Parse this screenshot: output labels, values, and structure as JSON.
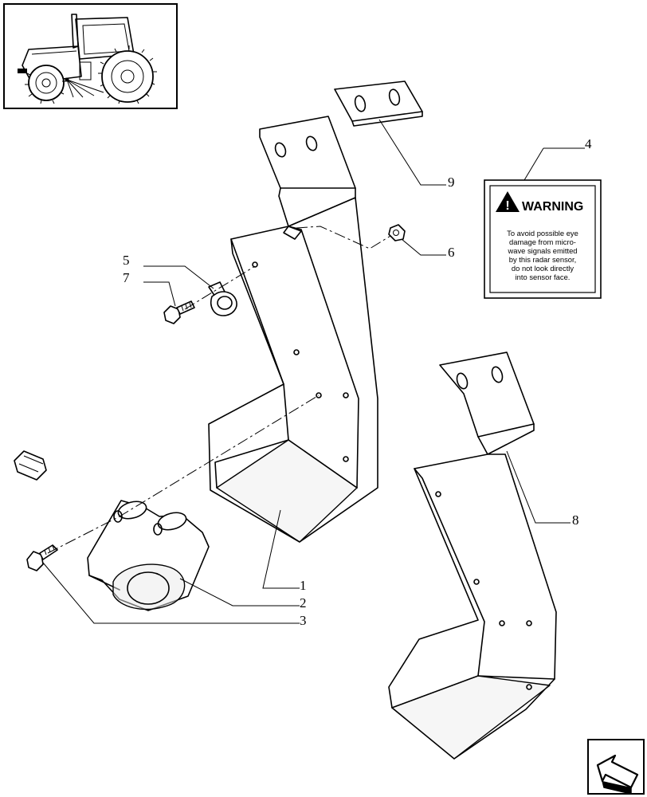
{
  "callouts": {
    "c1": "1",
    "c2": "2",
    "c3": "3",
    "c4": "4",
    "c5": "5",
    "c6": "6",
    "c7": "7",
    "c8": "8",
    "c9": "9"
  },
  "warning_label": {
    "title": "WARNING",
    "lines": [
      "To avoid possible eye",
      "damage from micro-",
      "wave signals emitted",
      "by this radar sensor,",
      "do not look directly",
      "into sensor face."
    ]
  }
}
